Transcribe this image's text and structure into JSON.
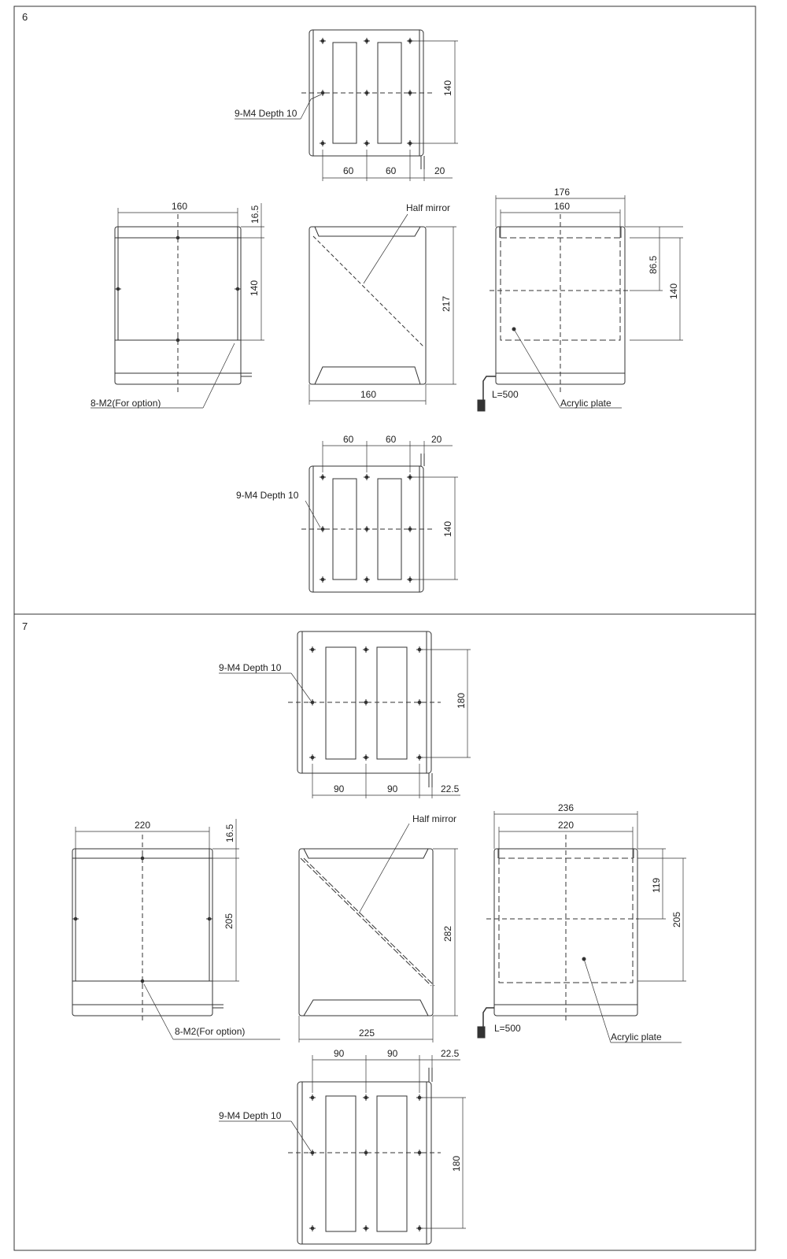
{
  "panels": [
    {
      "number": "6",
      "top": {
        "hole_label": "9-M4 Depth 10",
        "dim_h1": "60",
        "dim_h2": "60",
        "dim_side": "20",
        "dim_v": "140"
      },
      "left": {
        "dim_w": "160",
        "dim_top": "16.5",
        "dim_v": "140",
        "hole_label": "8-M2(For option)"
      },
      "center": {
        "mirror_label": "Half mirror",
        "dim_h": "217",
        "dim_w": "160"
      },
      "right": {
        "dim_outer": "176",
        "dim_inner": "160",
        "dim_v1": "86.5",
        "dim_v2": "140",
        "cable_label": "L=500",
        "plate_label": "Acrylic plate"
      },
      "bottom": {
        "hole_label": "9-M4 Depth 10",
        "dim_h1": "60",
        "dim_h2": "60",
        "dim_side": "20",
        "dim_v": "140"
      }
    },
    {
      "number": "7",
      "top": {
        "hole_label": "9-M4 Depth 10",
        "dim_h1": "90",
        "dim_h2": "90",
        "dim_side": "22.5",
        "dim_v": "180"
      },
      "left": {
        "dim_w": "220",
        "dim_top": "16.5",
        "dim_v": "205",
        "hole_label": "8-M2(For option)"
      },
      "center": {
        "mirror_label": "Half mirror",
        "dim_h": "282",
        "dim_w": "225"
      },
      "right": {
        "dim_outer": "236",
        "dim_inner": "220",
        "dim_v1": "119",
        "dim_v2": "205",
        "cable_label": "L=500",
        "plate_label": "Acrylic plate"
      },
      "bottom": {
        "hole_label": "9-M4 Depth 10",
        "dim_h1": "90",
        "dim_h2": "90",
        "dim_side": "22.5",
        "dim_v": "180"
      }
    }
  ]
}
